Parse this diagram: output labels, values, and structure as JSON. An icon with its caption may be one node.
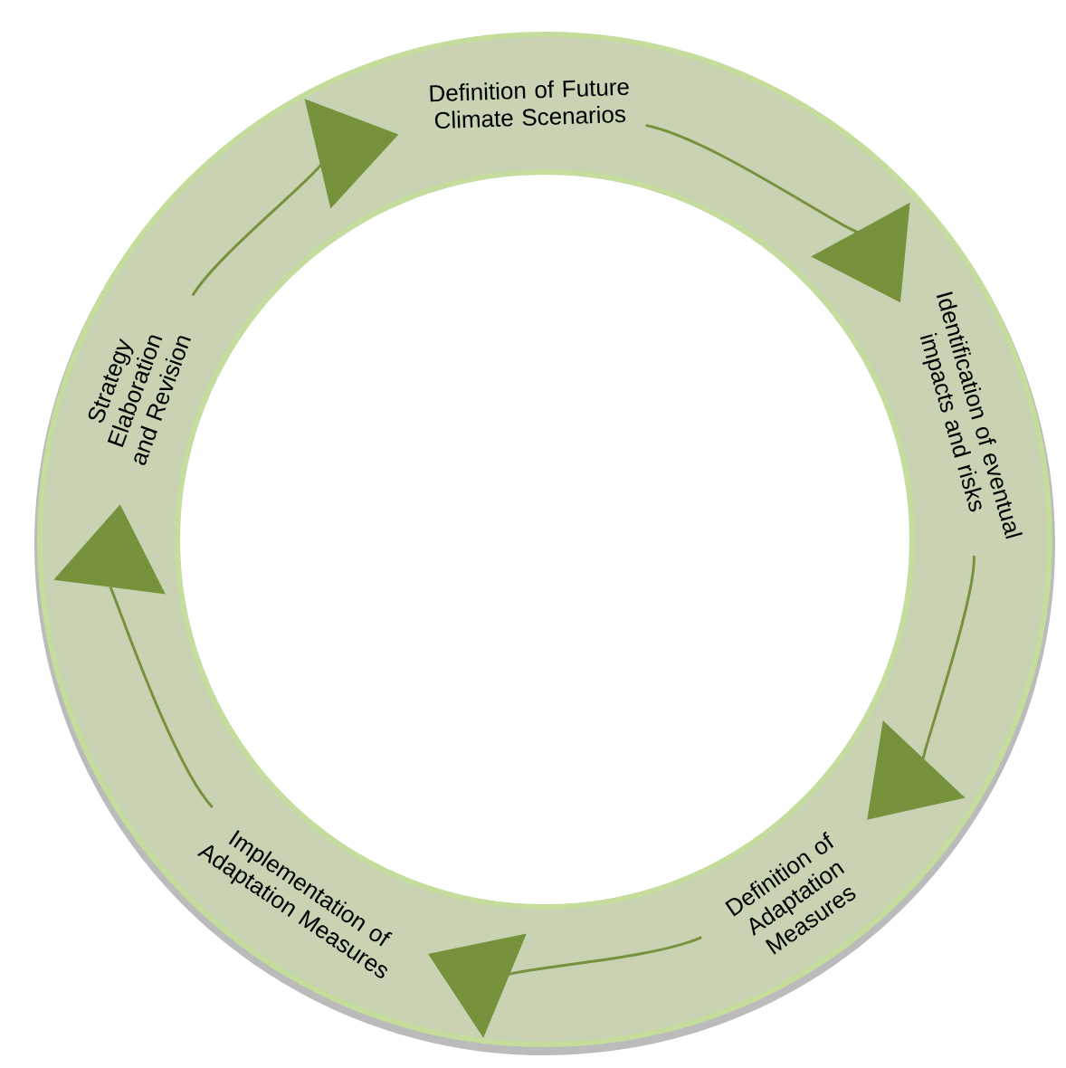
{
  "diagram": {
    "nodes": [
      {
        "text": [
          "Definition of Future Climate Scenarios"
        ]
      },
      {
        "text": [
          "Identification of eventual impacts and risks"
        ]
      },
      {
        "text": [
          "Definition of Adaptation Measures"
        ]
      },
      {
        "text": [
          "Implementation of Adaptation Measures"
        ]
      },
      {
        "text": [
          "Strategy Elaboration and Revision"
        ]
      }
    ],
    "edges": [
      {
        "from": 0,
        "to": 1,
        "arrow": "to"
      },
      {
        "from": 1,
        "to": 2,
        "arrow": "to"
      },
      {
        "from": 2,
        "to": 3,
        "arrow": "to"
      },
      {
        "from": 3,
        "to": 4,
        "arrow": "to"
      },
      {
        "from": 4,
        "to": 0,
        "arrow": "to"
      }
    ]
  }
}
